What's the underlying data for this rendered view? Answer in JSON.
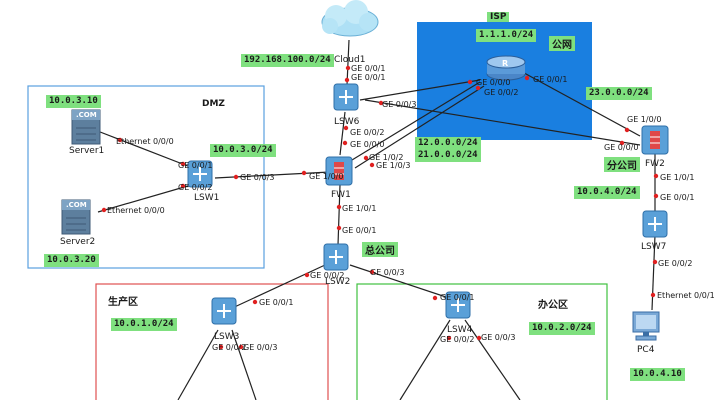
{
  "zones": {
    "dmz": "DMZ",
    "isp": "ISP",
    "public_net": "公网",
    "hq": "总公司",
    "branch": "分公司",
    "production": "生产区",
    "office": "办公区"
  },
  "networks": {
    "cloud": "192.168.100.0/24",
    "isp_loopback": "1.1.1.0/24",
    "fw1_isp_a": "12.0.0.0/24",
    "fw1_isp_b": "21.0.0.0/24",
    "fw2_isp": "23.0.0.0/24",
    "server1": "10.0.3.10",
    "dmz": "10.0.3.0/24",
    "server2": "10.0.3.20",
    "branch_lan": "10.0.4.0/24",
    "pc4": "10.0.4.10",
    "production": "10.0.1.0/24",
    "office": "10.0.2.0/24"
  },
  "devices": {
    "cloud1": "Cloud1",
    "isp_router": "R",
    "lsw6": "LSW6",
    "fw1": "FW1",
    "fw2": "FW2",
    "lsw1": "LSW1",
    "lsw2": "LSW2",
    "lsw7": "LSW7",
    "lsw3": "LSW3",
    "lsw4": "LSW4",
    "server1": "Server1",
    "server2": "Server2",
    "pc4": "PC4",
    "server_badge": ".COM"
  },
  "ports": {
    "lsw6_up1": "GE 0/0/1",
    "lsw6_up2": "GE 0/0/1",
    "isp_g000": "GE 0/0/0",
    "isp_g002": "GE 0/0/2",
    "isp_g001": "GE 0/0/1",
    "lsw6_g003": "GE 0/0/3",
    "lsw6_g002": "GE 0/0/2",
    "lsw6_g000": "GE 0/0/0",
    "fw1_g102": "GE 1/0/2",
    "fw1_g103": "GE 1/0/3",
    "fw1_g100": "GE 1/0/0",
    "fw1_g101": "GE 1/0/1",
    "fw2_g100": "GE 1/0/0",
    "fw2_g000": "GE 0/0/0",
    "fw2_g101": "GE 1/0/1",
    "lsw7_g001": "GE 0/0/1",
    "lsw7_g002": "GE 0/0/2",
    "pc4_eth": "Ethernet 0/0/1",
    "server1_eth": "Ethernet 0/0/0",
    "server2_eth": "Ethernet 0/0/0",
    "lsw1_g001": "GE 0/0/1",
    "lsw1_g002": "GE 0/0/2",
    "lsw1_g003": "GE 0/0/3",
    "lsw2_g001": "GE 0/0/1",
    "lsw2_g002": "GE 0/0/2",
    "lsw2_g003": "GE 0/0/3",
    "lsw3_g001": "GE 0/0/1",
    "lsw3_g002": "GE 0/0/2",
    "lsw3_g003": "GE 0/0/3",
    "lsw4_g001": "GE 0/0/1",
    "lsw4_g002": "GE 0/0/2",
    "lsw4_g003": "GE 0/0/3"
  },
  "colors": {
    "isp_fill": "#1a7fe0",
    "dmz_border": "#5aa0e0",
    "production_border": "#e05050",
    "office_border": "#40c040",
    "net_label_bg": "#7fe07f",
    "link": "#222222",
    "port_dot": "#e02020"
  }
}
